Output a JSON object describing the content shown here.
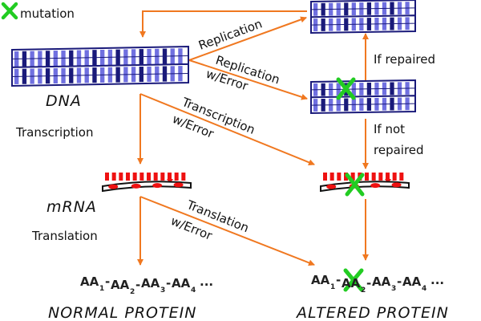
{
  "legend": {
    "mark_label": "mutation",
    "mark_icon": "green-x-icon"
  },
  "labels": {
    "dna": "DNA",
    "mrna": "mRNA",
    "transcription": "Transcription",
    "translation": "Translation",
    "replication": "Replication",
    "replication_error": [
      "Replication",
      "w/Error"
    ],
    "transcription_error": [
      "Transcription",
      "w/Error"
    ],
    "translation_error": [
      "Translation",
      "w/Error"
    ],
    "if_repaired": "If repaired",
    "if_not_repaired": [
      "If not",
      "repaired"
    ],
    "normal_protein": "NORMAL PROTEIN",
    "altered_protein": "ALTERED PROTEIN"
  },
  "protein_chain": {
    "unit": "AA",
    "subscripts": [
      "1",
      "2",
      "3",
      "4"
    ],
    "ellipsis": "..."
  },
  "colors": {
    "arrow": "#f07820",
    "dna_blue": "#7070e0",
    "dna_navy": "#1a1a7a",
    "rna_red": "#ee1111",
    "mutation_green": "#22cc22"
  }
}
